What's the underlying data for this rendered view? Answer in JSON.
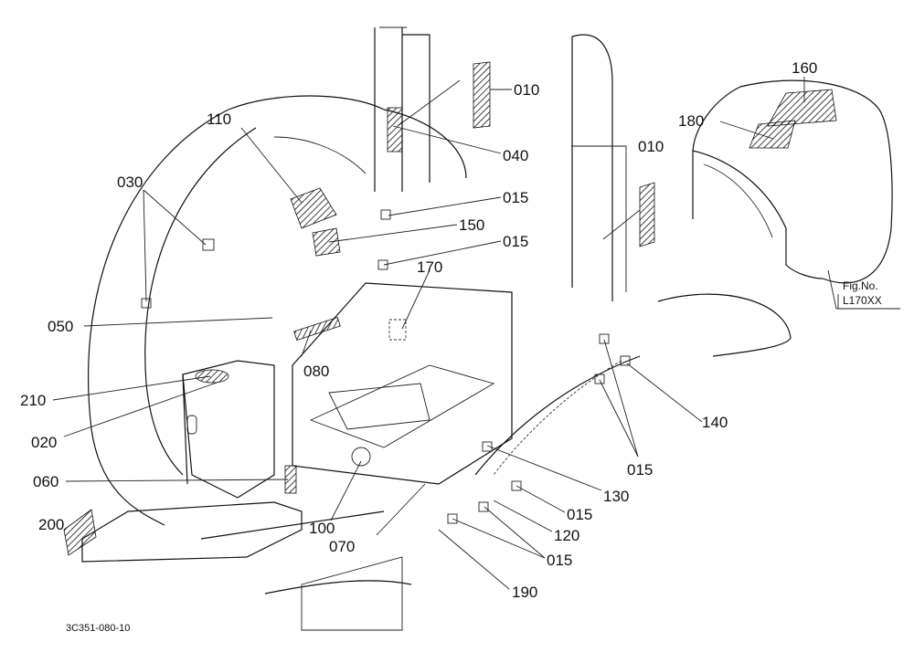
{
  "drawing_code": "3C351-080-10",
  "figure_label": "Fig.No.",
  "figure_number": "L170XX",
  "callouts": {
    "c010a": "010",
    "c010b": "010",
    "c015a": "015",
    "c015b": "015",
    "c015c": "015",
    "c015d": "015",
    "c015e": "015",
    "c020": "020",
    "c030": "030",
    "c040": "040",
    "c050": "050",
    "c060": "060",
    "c070": "070",
    "c080": "080",
    "c100": "100",
    "c110": "110",
    "c120": "120",
    "c130": "130",
    "c140": "140",
    "c150": "150",
    "c160": "160",
    "c170": "170",
    "c180": "180",
    "c190": "190",
    "c200": "200",
    "c210": "210"
  }
}
